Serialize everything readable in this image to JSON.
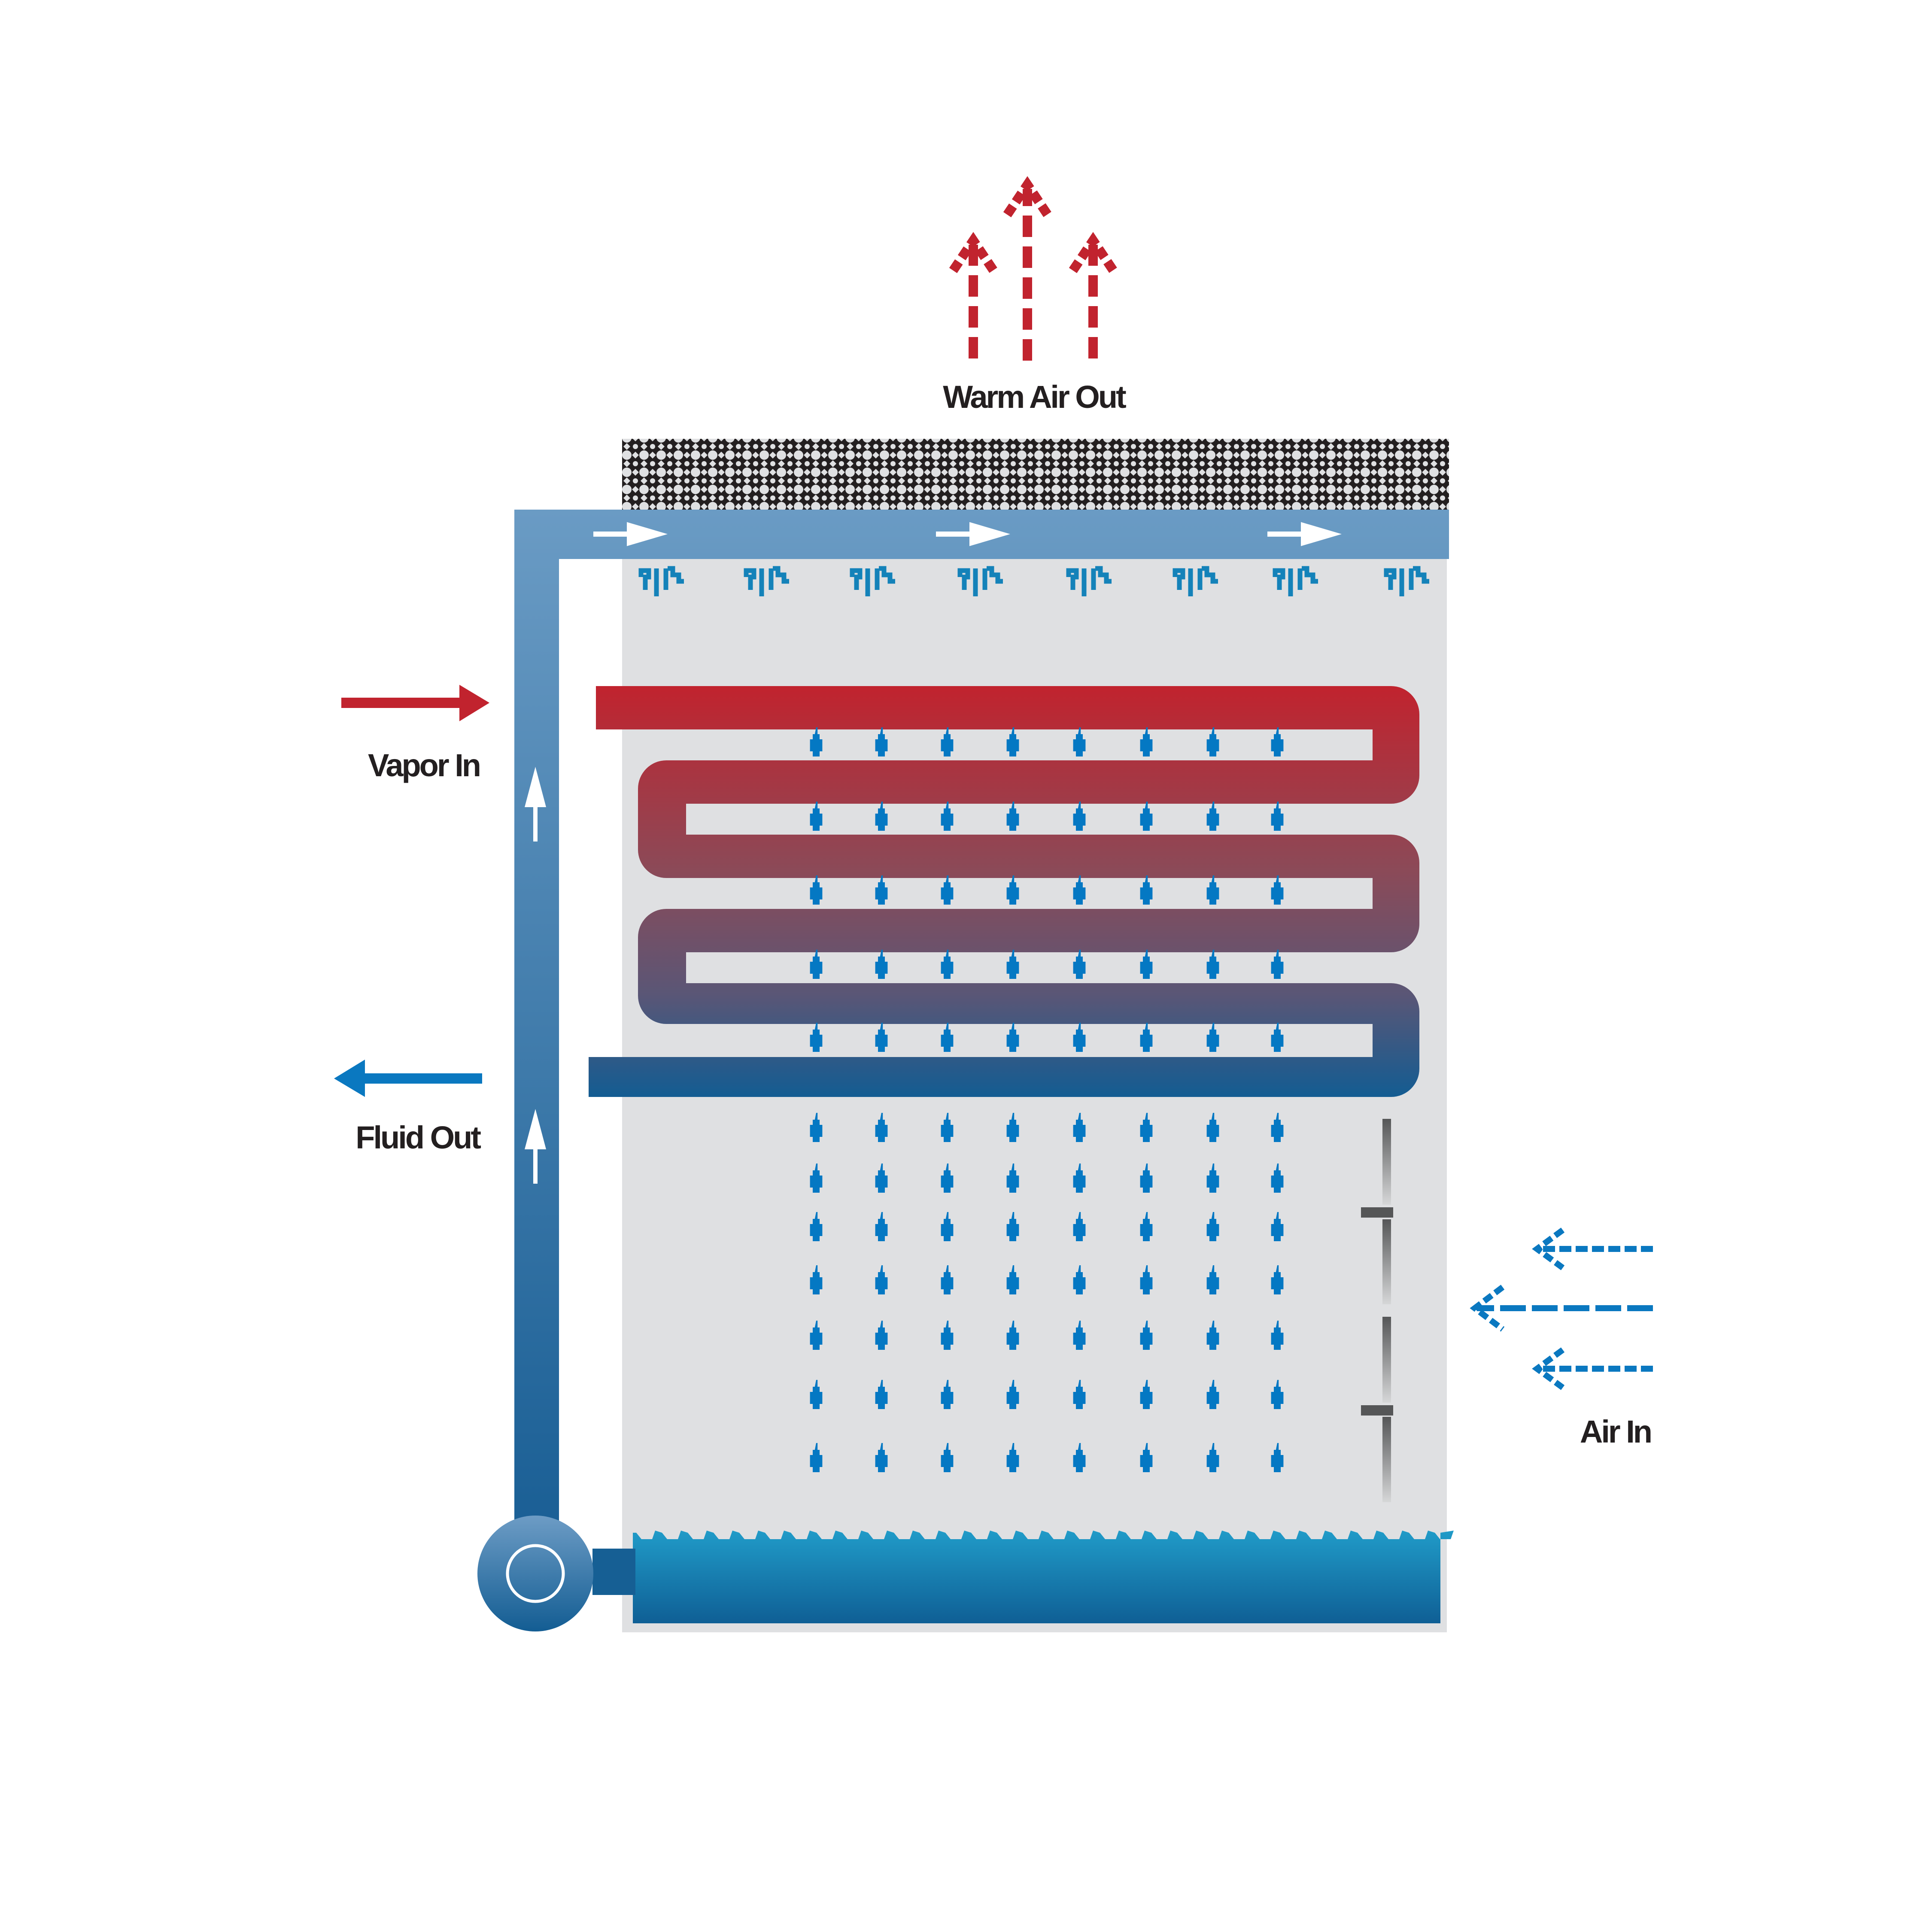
{
  "diagram": {
    "title": "Evaporative condenser process diagram",
    "labels": {
      "warm_air_out": "Warm Air Out",
      "vapor_in": "Vapor In",
      "fluid_out": "Fluid Out",
      "air_in": "Air In"
    },
    "components": {
      "mist_eliminator": "drift eliminator",
      "spray_header": "spray water distribution pipe",
      "spray_nozzles_count": 8,
      "coil_passes": 6,
      "drop_columns": 8,
      "drop_rows_in_coil": 5,
      "drop_rows_below_coil": 7,
      "air_inlet_louvers": 2,
      "pump": "recirculation pump",
      "basin": "water basin"
    },
    "colors": {
      "hot": "#c1232e",
      "cool": "#135c92",
      "water": "#0478c3",
      "pipe_light": "#6a9bc4",
      "pipe_dark": "#1d6296",
      "casing": "#dfe0e2",
      "warm_air": "#c1232e",
      "air_in": "#0a78c0",
      "text": "#231f20"
    }
  }
}
